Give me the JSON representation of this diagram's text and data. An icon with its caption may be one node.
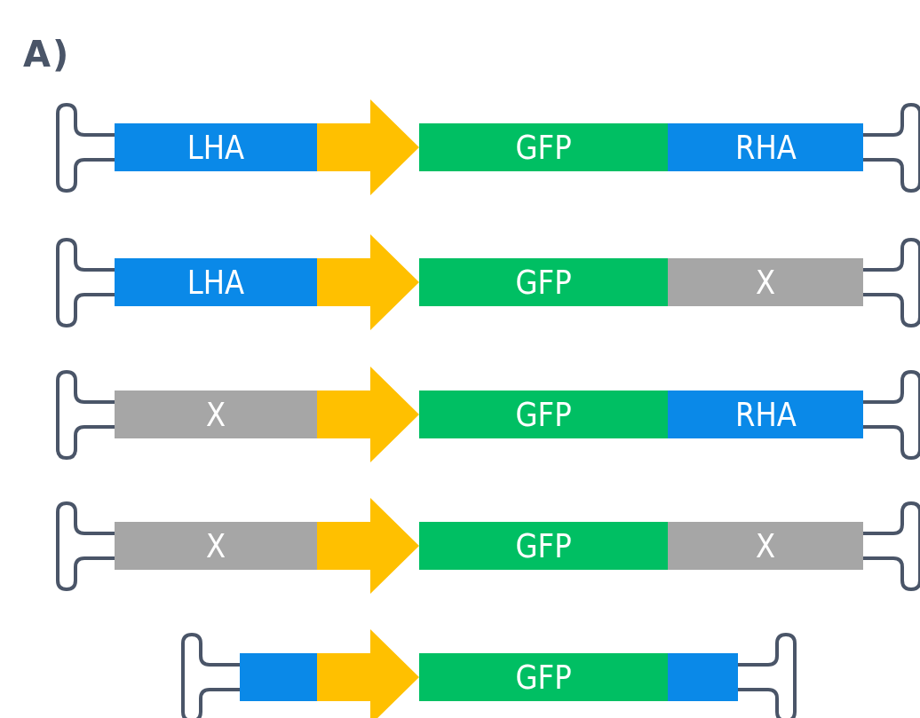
{
  "diagram": {
    "title": "A)",
    "nodes": [
      {
        "text": [
          "LHA"
        ]
      },
      {
        "text": [
          "GFP"
        ]
      },
      {
        "text": [
          "RHA"
        ]
      },
      {
        "text": [
          "LHA"
        ]
      },
      {
        "text": [
          "GFP"
        ]
      },
      {
        "text": [
          "X"
        ]
      },
      {
        "text": [
          "X"
        ]
      },
      {
        "text": [
          "GFP"
        ]
      },
      {
        "text": [
          "RHA"
        ]
      },
      {
        "text": [
          "X"
        ]
      },
      {
        "text": [
          "GFP"
        ]
      },
      {
        "text": [
          "X"
        ]
      },
      {
        "text": [],
        "shape": "box"
      },
      {
        "text": [
          "GFP"
        ]
      },
      {
        "text": [],
        "shape": "box"
      }
    ],
    "edges": [
      {
        "from": 0,
        "to": 1,
        "arrow": "to",
        "style": "thick"
      },
      {
        "from": 3,
        "to": 4,
        "arrow": "to",
        "style": "thick"
      },
      {
        "from": 6,
        "to": 7,
        "arrow": "to",
        "style": "thick"
      },
      {
        "from": 9,
        "to": 10,
        "arrow": "to",
        "style": "thick"
      },
      {
        "from": 12,
        "to": 13,
        "arrow": "to",
        "style": "thick"
      }
    ]
  }
}
